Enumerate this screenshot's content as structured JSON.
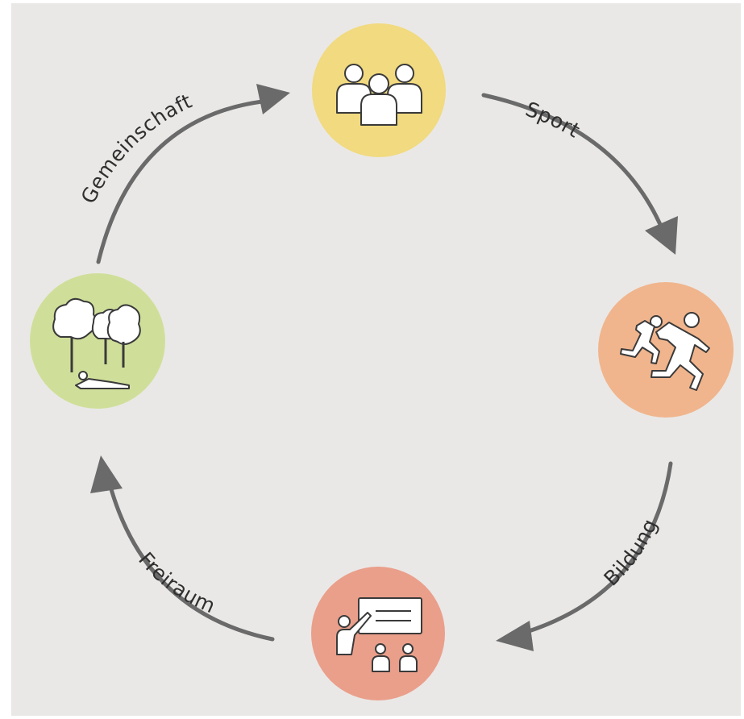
{
  "cycle": {
    "labels": {
      "sport": "Sport",
      "bildung": "Bildung",
      "freiraum": "Freiraum",
      "gemeinschaft": "Gemeinschaft"
    },
    "nodes": [
      {
        "id": "community",
        "icon": "people-group-icon",
        "color": "#f1da7f"
      },
      {
        "id": "sport",
        "icon": "runners-icon",
        "color": "#f0b58d"
      },
      {
        "id": "education",
        "icon": "teacher-presentation-icon",
        "color": "#ea9f8b"
      },
      {
        "id": "open-space",
        "icon": "park-trees-icon",
        "color": "#cfdf9a"
      }
    ],
    "colors": {
      "background": "#eae8e6",
      "arrow": "#6a6a6a",
      "text": "#2f2f2f"
    }
  }
}
